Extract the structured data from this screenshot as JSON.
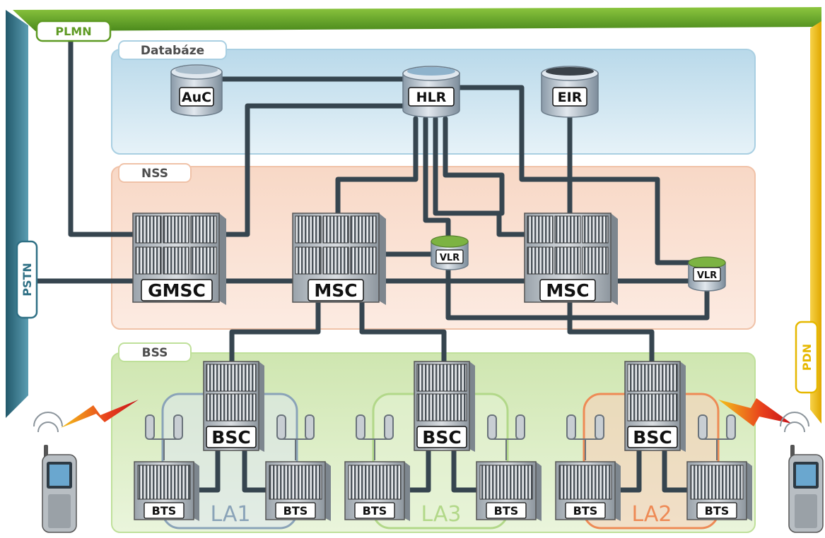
{
  "edges": {
    "plmn": "PLMN",
    "pstn": "PSTN",
    "pdn": "PDN"
  },
  "zones": {
    "databases": "Databáze",
    "nss": "NSS",
    "bss": "BSS"
  },
  "databases": {
    "auc": "AuC",
    "hlr": "HLR",
    "eir": "EIR"
  },
  "switches": {
    "gmsc": "GMSC",
    "msc1": "MSC",
    "msc2": "MSC",
    "vlr1": "VLR",
    "vlr2": "VLR"
  },
  "bss": {
    "bsc1": "BSC",
    "bsc2": "BSC",
    "bsc3": "BSC",
    "bts": [
      "BTS",
      "BTS",
      "BTS",
      "BTS",
      "BTS",
      "BTS"
    ],
    "areas": [
      "LA1",
      "LA3",
      "LA2"
    ]
  },
  "colors": {
    "plmn": "#5e9a23",
    "pstn": "#2f7085",
    "pdn": "#f0c010",
    "databases_zone": "#cfe6f2",
    "nss_zone": "#fbe3d6",
    "bss_zone": "#ddeec7",
    "la1": "#8aa3b8",
    "la3": "#b2d889",
    "la2": "#ee8a55",
    "links": "#36454f"
  }
}
